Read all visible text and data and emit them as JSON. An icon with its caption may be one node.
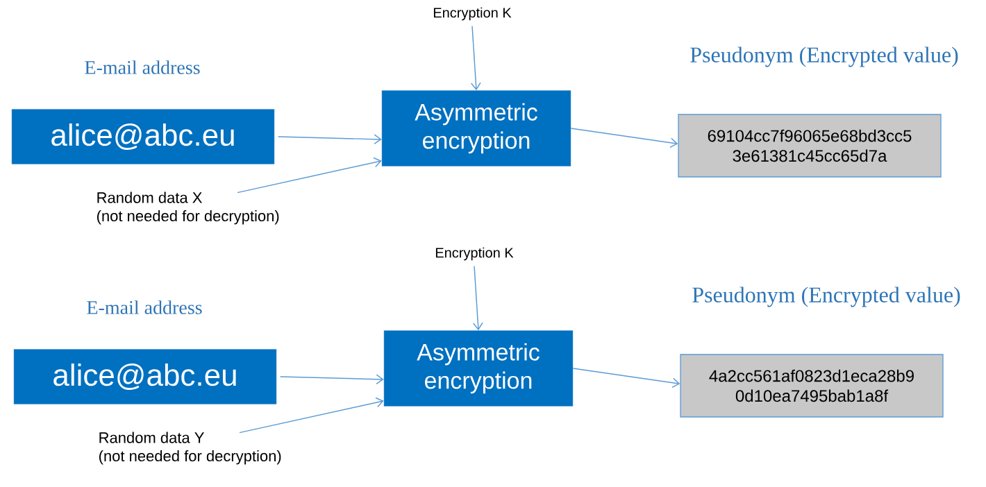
{
  "diagram": {
    "nodes": [
      {
        "text": [
          "Encryption K"
        ]
      },
      {
        "text": [
          "E-mail address",
          "alice@abc.eu"
        ]
      },
      {
        "text": [
          "Asymmetric encryption"
        ]
      },
      {
        "text": [
          "Pseudonym (Encrypted value)",
          "69104cc7f96065e68bd3cc5 3e61381c45cc65d7a"
        ]
      },
      {
        "text": [
          "Random data X",
          "(not needed for decryption)"
        ]
      },
      {
        "text": [
          "Encryption K"
        ]
      },
      {
        "text": [
          "E-mail address",
          "alice@abc.eu"
        ]
      },
      {
        "text": [
          "Asymmetric encryption"
        ]
      },
      {
        "text": [
          "Pseudonym (Encrypted value)",
          "4a2cc561af0823d1eca28b9 0d10ea7495bab1a8f"
        ]
      },
      {
        "text": [
          "Random data Y",
          "(not needed for decryption)"
        ]
      }
    ],
    "edges": [
      {
        "from": 0,
        "to": 2,
        "arrow": "to"
      },
      {
        "from": 1,
        "to": 2,
        "arrow": "to"
      },
      {
        "from": 4,
        "to": 2,
        "arrow": "to"
      },
      {
        "from": 2,
        "to": 3,
        "arrow": "to"
      },
      {
        "from": 5,
        "to": 7,
        "arrow": "to"
      },
      {
        "from": 6,
        "to": 7,
        "arrow": "to"
      },
      {
        "from": 9,
        "to": 7,
        "arrow": "to"
      },
      {
        "from": 7,
        "to": 8,
        "arrow": "to"
      }
    ]
  }
}
